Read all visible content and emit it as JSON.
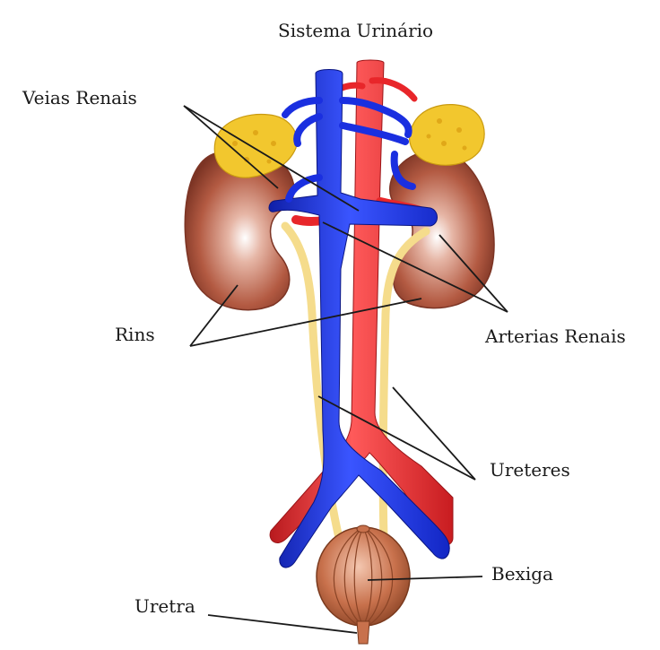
{
  "title": "Sistema Urinário",
  "labels": {
    "veias_renais": "Veias Renais",
    "rins": "Rins",
    "arterias_renais": "Arterias Renais",
    "ureteres": "Ureteres",
    "bexiga": "Bexiga",
    "uretra": "Uretra"
  },
  "colors": {
    "vein": "#1a2fe0",
    "artery": "#e8262a",
    "kidney": "#a8503a",
    "adrenal": "#f2c72e",
    "ureter": "#f5dc8c",
    "bladder": "#c8714c"
  }
}
